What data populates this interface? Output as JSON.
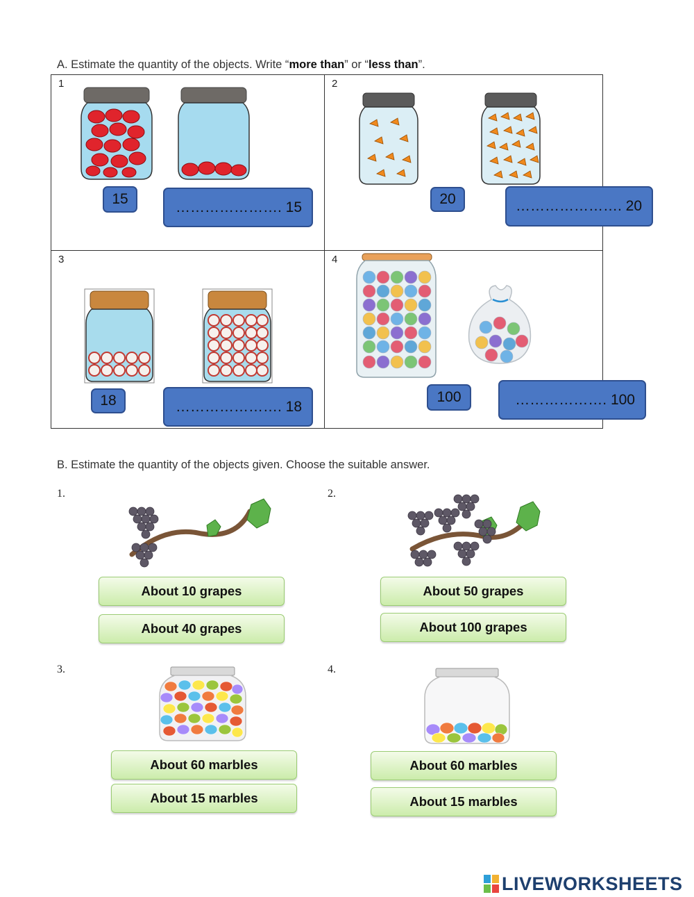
{
  "section_a": {
    "instruction_prefix": "A. Estimate the quantity of the objects. Write “",
    "keyword_more": "more than",
    "instruction_middle": "” or “",
    "keyword_less": "less than",
    "instruction_suffix": "”.",
    "cells": [
      {
        "number": "1",
        "given": "15",
        "answer_dots": "………………….",
        "answer_value": "15"
      },
      {
        "number": "2",
        "given": "20",
        "answer_dots": "………………….",
        "answer_value": "20"
      },
      {
        "number": "3",
        "given": "18",
        "answer_dots": "………………….",
        "answer_value": "18"
      },
      {
        "number": "4",
        "given": "100",
        "answer_dots": "……………….",
        "answer_value": "100"
      }
    ]
  },
  "section_b": {
    "instruction": "B. Estimate the quantity of the objects given. Choose the suitable answer.",
    "questions": [
      {
        "number": "1.",
        "choices": [
          "About 10 grapes",
          "About 40 grapes"
        ]
      },
      {
        "number": "2.",
        "choices": [
          "About 50 grapes",
          "About 100 grapes"
        ]
      },
      {
        "number": "3.",
        "choices": [
          "About 60 marbles",
          "About 15 marbles"
        ]
      },
      {
        "number": "4.",
        "choices": [
          "About 60 marbles",
          "About 15 marbles"
        ]
      }
    ]
  },
  "footer": {
    "logo_text": "LIVEWORKSHEETS"
  },
  "colors": {
    "answer_box": "#4a77c4",
    "choice_green": "#ccecab",
    "candy_red": "#e0242c",
    "grape": "#5e5866"
  }
}
